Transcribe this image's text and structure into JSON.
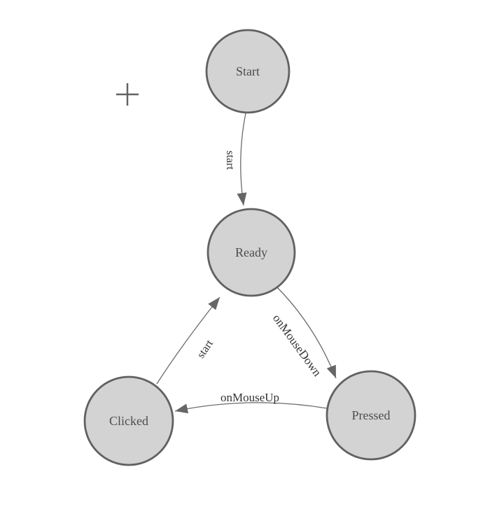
{
  "window": {
    "background": "#ffffff"
  },
  "cursor": {
    "type": "crosshair"
  },
  "diagram": {
    "type": "finite-state-machine",
    "style": {
      "node_fill": "#d3d3d3",
      "node_stroke": "#616161",
      "edge_color": "#6b6b6b",
      "arrowhead_color": "#666666",
      "node_label_color": "#4d4d4d",
      "edge_label_color": "#333333"
    },
    "nodes": [
      {
        "id": "start",
        "label": "Start"
      },
      {
        "id": "ready",
        "label": "Ready"
      },
      {
        "id": "clicked",
        "label": "Clicked"
      },
      {
        "id": "pressed",
        "label": "Pressed"
      }
    ],
    "edges": [
      {
        "from": "start",
        "to": "ready",
        "label": "start"
      },
      {
        "from": "ready",
        "to": "pressed",
        "label": "onMouseDown"
      },
      {
        "from": "pressed",
        "to": "clicked",
        "label": "onMouseUp"
      },
      {
        "from": "clicked",
        "to": "ready",
        "label": "start"
      }
    ]
  }
}
